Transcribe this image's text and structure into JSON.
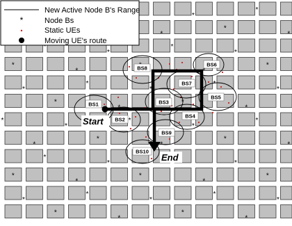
{
  "legend": {
    "items": [
      {
        "key": "range",
        "label": "New Active Node B's Range"
      },
      {
        "key": "nodeb",
        "label": "Node Bs"
      },
      {
        "key": "ue",
        "label": "Static UEs"
      },
      {
        "key": "route",
        "label": "Moving UE's route"
      }
    ]
  },
  "route": {
    "start_label": "Start",
    "end_label": "End"
  },
  "base_stations": [
    {
      "id": "BS1",
      "label": "BS1"
    },
    {
      "id": "BS2",
      "label": "BS2"
    },
    {
      "id": "BS3",
      "label": "BS3"
    },
    {
      "id": "BS4",
      "label": "BS4"
    },
    {
      "id": "BS5",
      "label": "BS5"
    },
    {
      "id": "BS6",
      "label": "BS6"
    },
    {
      "id": "BS7",
      "label": "BS7"
    },
    {
      "id": "BS8",
      "label": "BS8"
    },
    {
      "id": "BS9",
      "label": "BS9"
    },
    {
      "id": "BS10",
      "label": "BS10"
    }
  ],
  "colors": {
    "block_fill": "#c0c0c0",
    "block_stroke": "#3a3a3a",
    "ue": "#cc2222",
    "route": "#000000",
    "background": "#ffffff"
  }
}
